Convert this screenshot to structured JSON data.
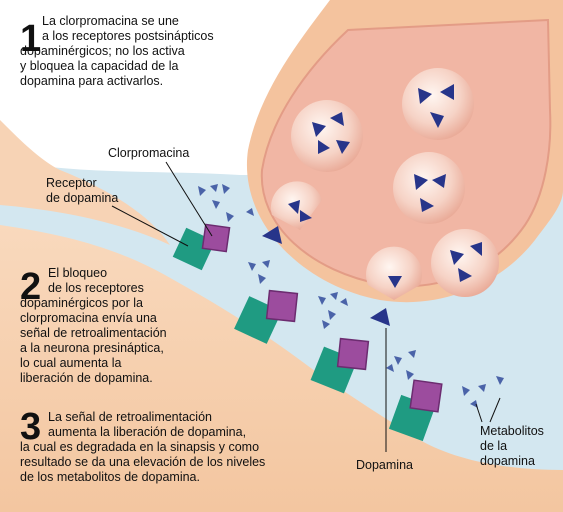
{
  "steps": [
    {
      "number": "1",
      "lines": [
        "La clorpromacina se une",
        "a los receptores postsinápticos",
        "dopaminérgicos; no los activa",
        "y bloquea la capacidad de la",
        "dopamina para activarlos."
      ]
    },
    {
      "number": "2",
      "lines": [
        "El bloqueo",
        "de los receptores",
        "dopaminérgicos por la",
        "clorpromacina envía una",
        "señal de retroalimentación",
        "a la neurona presináptica,",
        "lo cual aumenta la",
        "liberación de dopamina."
      ]
    },
    {
      "number": "3",
      "lines": [
        "La señal de retroalimentación",
        "aumenta la liberación de dopamina,",
        "la cual es degradada en la sinapsis y como",
        "resultado se da una elevación de los niveles",
        "de los metabolitos de dopamina."
      ]
    }
  ],
  "labels": {
    "clorpromacina": "Clorpromacina",
    "receptor": [
      "Receptor",
      "de dopamina"
    ],
    "dopamina": "Dopamina",
    "metabolitos": [
      "Metabolitos",
      "de la",
      "dopamina"
    ]
  },
  "colors": {
    "synapse": "#cfe4ee",
    "neuron_skin": "#f4c9a6",
    "neuron_inner": "#f1b9a8",
    "receptor": "#1f9b82",
    "drug": "#9c4c9e",
    "dopamine": "#27358a"
  }
}
